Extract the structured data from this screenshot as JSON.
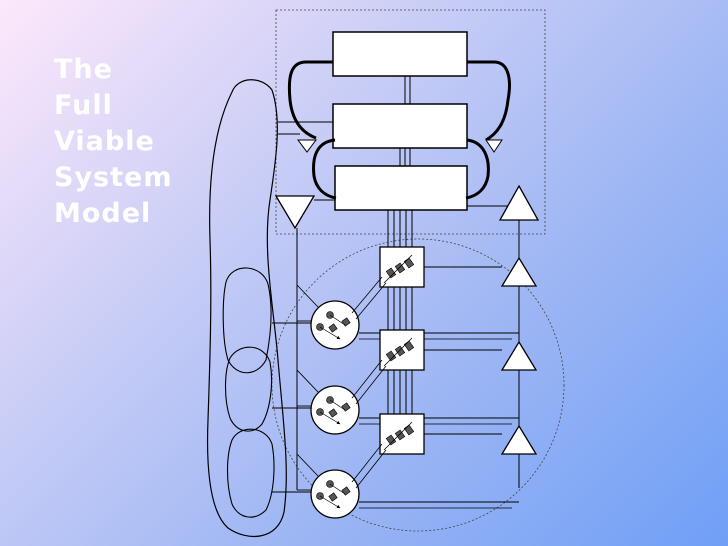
{
  "slide": {
    "title_lines": [
      "The",
      "Full",
      "Viable",
      "System",
      "Model"
    ]
  },
  "diagram": {
    "line_color": "#000000",
    "box_fill": "#ffffff",
    "operational_units": 3
  }
}
